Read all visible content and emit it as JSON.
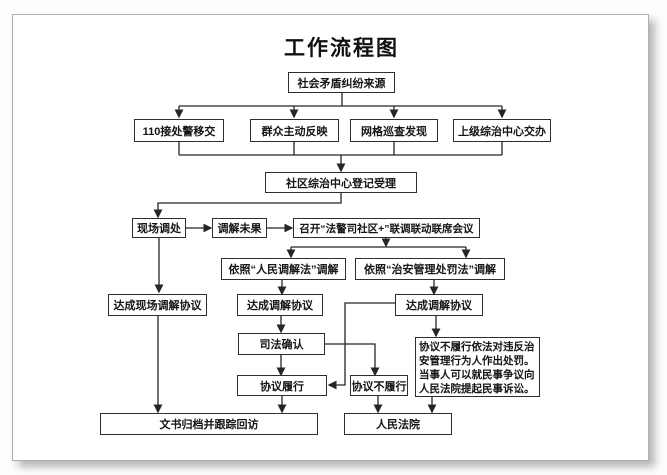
{
  "page": {
    "title": "工作流程图"
  },
  "colors": {
    "line": "#262626",
    "box_border": "#2e2e2e",
    "text": "#151515",
    "page_border": "#aeaeae",
    "background": "#ffffff"
  },
  "flowchart": {
    "nodes": {
      "source": {
        "label": "社会矛盾纠纷来源"
      },
      "police110": {
        "label": "110接处警移交"
      },
      "masses": {
        "label": "群众主动反映"
      },
      "grid_patrol": {
        "label": "网格巡查发现"
      },
      "superior_center": {
        "label": "上级综治中心交办"
      },
      "register": {
        "label": "社区综治中心登记受理"
      },
      "onsite_mediation": {
        "label": "现场调处"
      },
      "mediation_failed": {
        "label": "调解未果"
      },
      "joint_meeting": {
        "label": "召开“法警司社区+”联调联动联席会议"
      },
      "people_mediation": {
        "label": "依照“人民调解法”调解"
      },
      "security_law": {
        "label": "依照“治安管理处罚法”调解"
      },
      "onsite_agreement": {
        "label": "达成现场调解协议"
      },
      "agreement_mid": {
        "label": "达成调解协议"
      },
      "agreement_right": {
        "label": "达成调解协议"
      },
      "judicial_confirm": {
        "label": "司法确认"
      },
      "performed": {
        "label": "协议履行"
      },
      "not_performed": {
        "label": "协议不履行"
      },
      "punishment_note": {
        "label": "协议不履行依法对违反治安管理行为人作出处罚。当事人可以就民事争议向人民法院提起民事诉讼。"
      },
      "archive": {
        "label": "文书归档并跟踪回访"
      },
      "court": {
        "label": "人民法院"
      }
    }
  }
}
